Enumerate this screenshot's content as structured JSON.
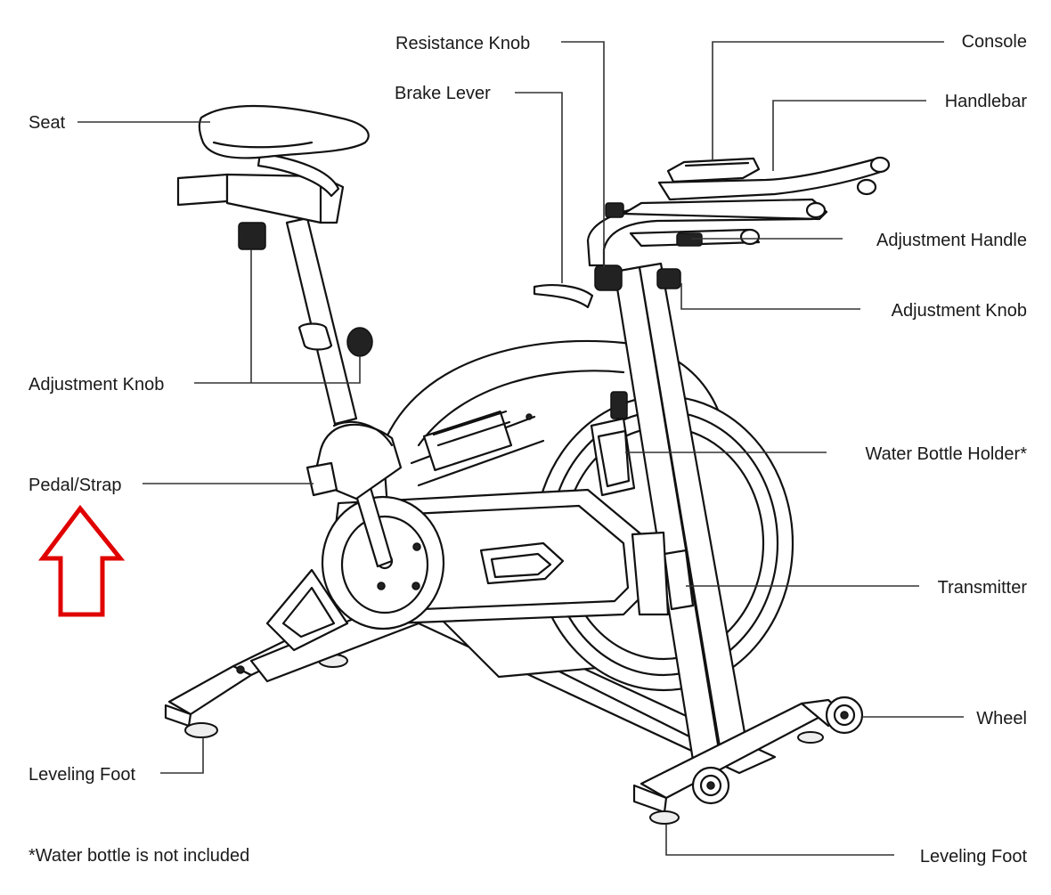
{
  "labels": {
    "seat": "Seat",
    "resistance_knob": "Resistance Knob",
    "brake_lever": "Brake Lever",
    "console": "Console",
    "handlebar": "Handlebar",
    "adjustment_handle": "Adjustment Handle",
    "adjustment_knob_right": "Adjustment Knob",
    "adjustment_knob_left": "Adjustment Knob",
    "water_bottle_holder": "Water Bottle Holder*",
    "pedal_strap": "Pedal/Strap",
    "transmitter": "Transmitter",
    "wheel": "Wheel",
    "leveling_foot_left": "Leveling Foot",
    "leveling_foot_right": "Leveling Foot"
  },
  "footnote": "*Water bottle is not included",
  "colors": {
    "line": "#333333",
    "outline": "#111111",
    "arrow": "#e00000"
  }
}
